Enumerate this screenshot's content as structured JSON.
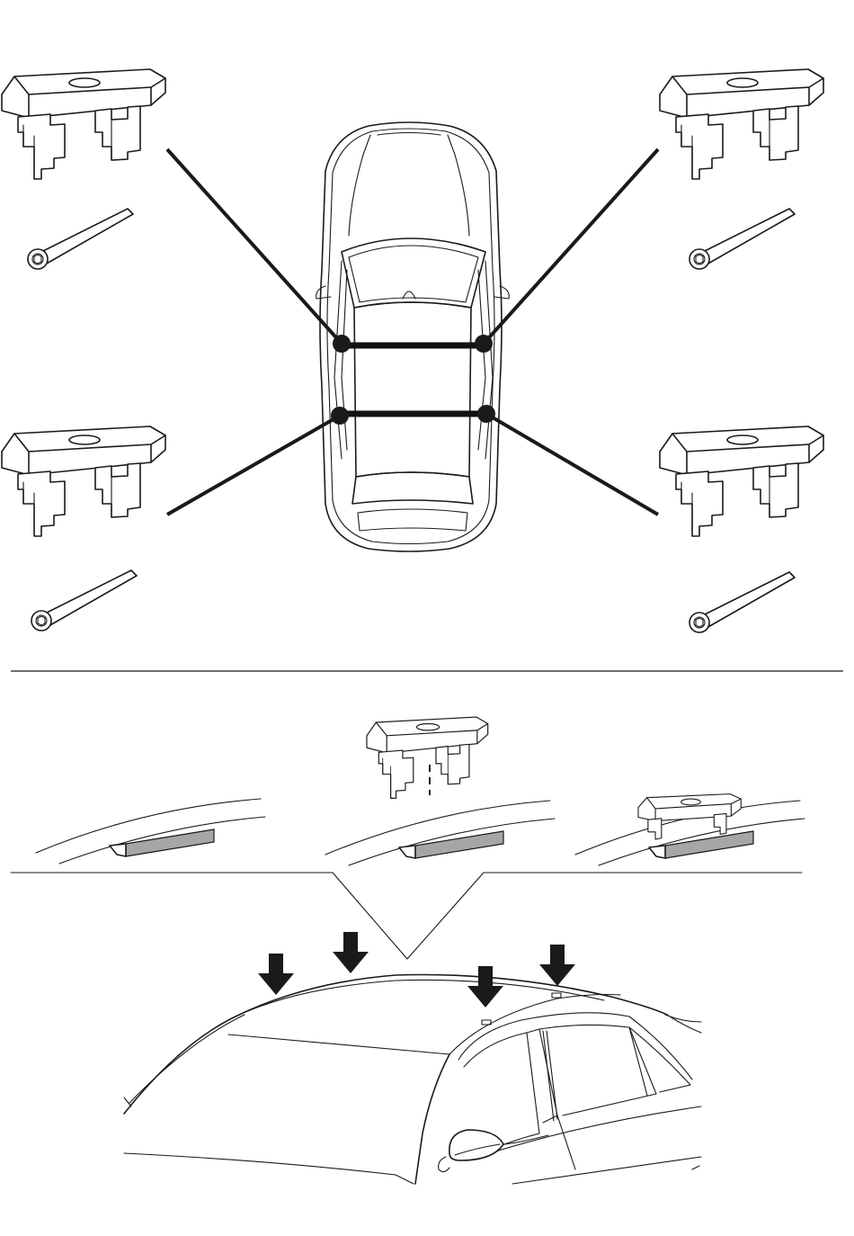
{
  "colors": {
    "line": "#1a1a1a",
    "pad": "#a6a6a6",
    "background": "#ffffff"
  },
  "icons": {
    "foot": "fitting-foot-icon",
    "bolt": "hex-socket-bolt-icon",
    "arrow": "down-arrow-icon",
    "car_top": "car-top-view-icon",
    "car_side": "car-roof-perspective-icon"
  },
  "fixing_points": 4,
  "crossbars": 2,
  "install_steps": 3,
  "roof_arrows": 4
}
